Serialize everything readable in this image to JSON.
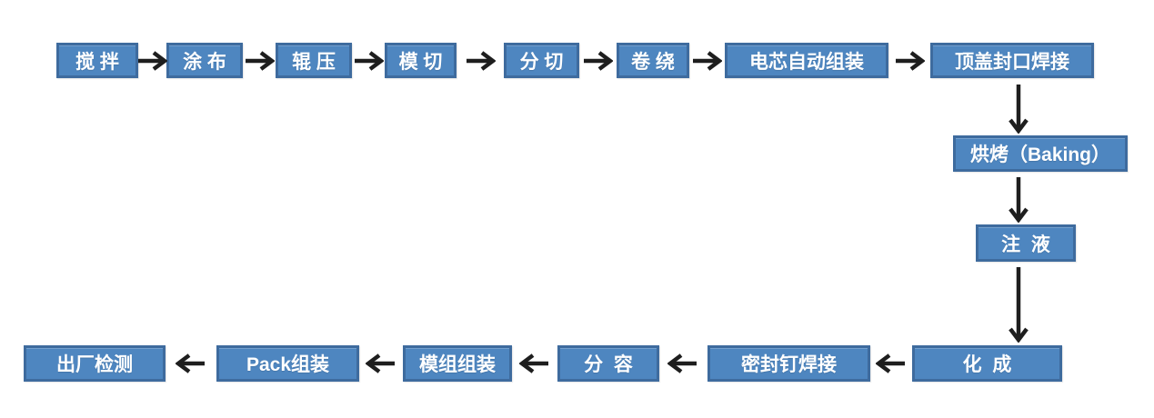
{
  "diagram": {
    "type": "flowchart",
    "subject": "battery-manufacturing-process",
    "colors": {
      "box_fill": "#4e86c0",
      "box_border": "#3e6b9e",
      "box_text": "#ffffff",
      "arrow": "#1e1e1e",
      "background": "#ffffff"
    },
    "icons": {
      "arrow_right": "→",
      "arrow_left": "←",
      "arrow_down": "↓"
    },
    "flow": {
      "top_row": [
        "搅 拌",
        "涂 布",
        "辊 压",
        "模 切",
        "分 切",
        "卷 绕",
        "电芯自动组装",
        "顶盖封口焊接"
      ],
      "right_column": [
        "烘烤（Baking）",
        "注  液"
      ],
      "bottom_row": [
        "出厂检测",
        "Pack组装",
        "模组组装",
        "分  容",
        "密封钉焊接",
        "化  成"
      ]
    },
    "sequence": [
      "搅拌",
      "涂布",
      "辊压",
      "模切",
      "分切",
      "卷绕",
      "电芯自动组装",
      "顶盖封口焊接",
      "烘烤（Baking）",
      "注液",
      "化成",
      "密封钉焊接",
      "分容",
      "模组组装",
      "Pack组装",
      "出厂检测"
    ]
  }
}
